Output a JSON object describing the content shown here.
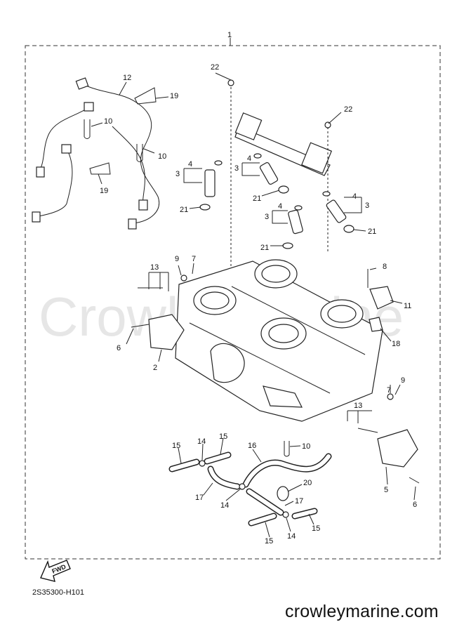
{
  "diagram": {
    "watermark": "CrowleyMarine",
    "drawing_code": "2S35300-H101",
    "site": "crowleymarine.com",
    "fwd_label": "FWD",
    "callouts": [
      "1",
      "2",
      "3",
      "3",
      "3",
      "3",
      "4",
      "4",
      "4",
      "4",
      "5",
      "6",
      "6",
      "7",
      "7",
      "8",
      "9",
      "9",
      "10",
      "10",
      "10",
      "11",
      "12",
      "13",
      "13",
      "14",
      "14",
      "14",
      "15",
      "15",
      "15",
      "15",
      "16",
      "17",
      "17",
      "18",
      "19",
      "19",
      "20",
      "21",
      "21",
      "21",
      "21",
      "22",
      "22"
    ]
  }
}
